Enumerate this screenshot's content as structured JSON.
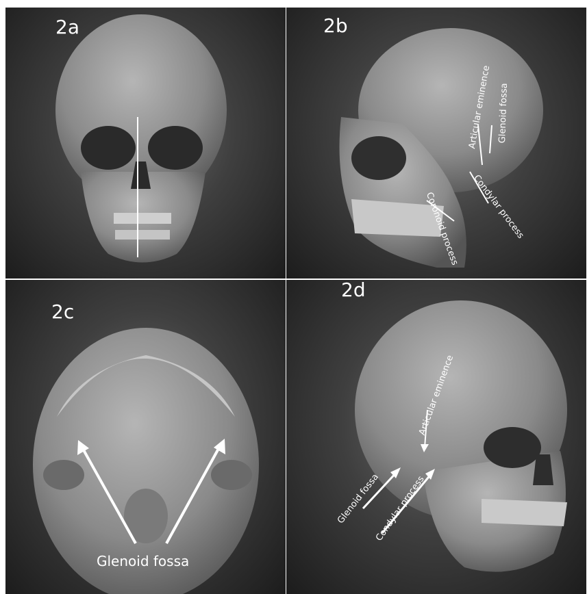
{
  "panels": {
    "a": {
      "label": "2a"
    },
    "b": {
      "label": "2b",
      "annotations": {
        "articular": "Articular eminence",
        "glenoid": "Glenoid fossa",
        "condylar": "Condylar process",
        "coronoid": "Coronoid process"
      }
    },
    "c": {
      "label": "2c",
      "annotations": {
        "glenoid": "Glenoid fossa"
      }
    },
    "d": {
      "label": "2d",
      "annotations": {
        "articular": "Articular eminence",
        "glenoid": "Glenoid fossa",
        "condylar": "Condylar process"
      }
    }
  }
}
